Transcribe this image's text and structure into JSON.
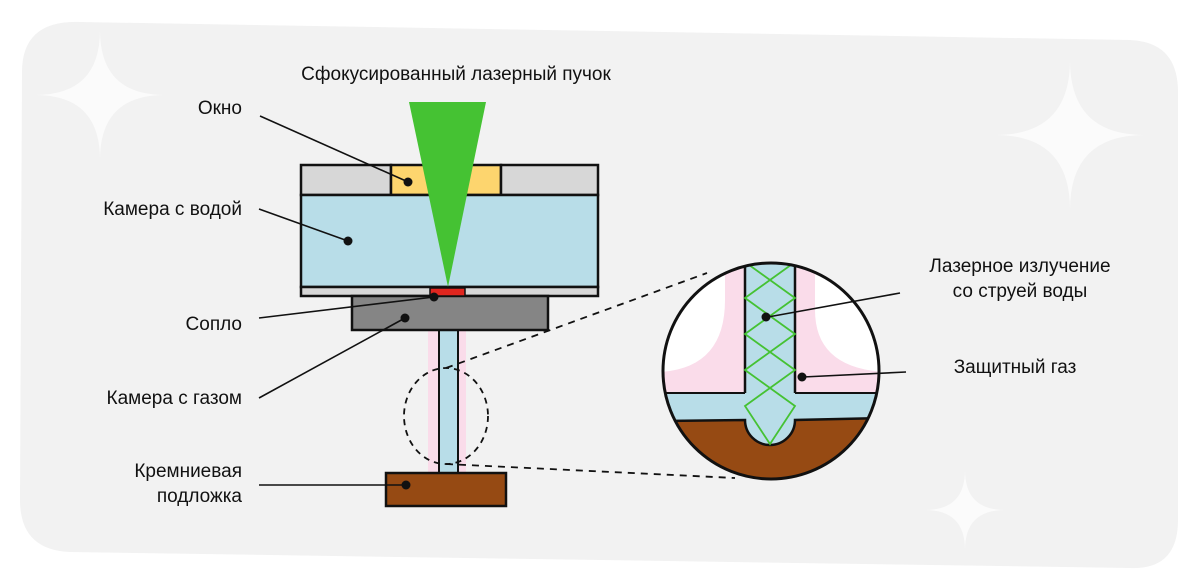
{
  "labels": {
    "beam": "Сфокусированный лазерный пучок",
    "window": "Окно",
    "water_chamber": "Камера с водой",
    "nozzle": "Сопло",
    "gas_chamber": "Камера с газом",
    "substrate_line1": "Кремниевая",
    "substrate_line2": "подложка",
    "laser_jet_line1": "Лазерное излучение",
    "laser_jet_line2": "со струей воды",
    "shield_gas": "Защитный газ"
  },
  "colors": {
    "card_bg": "#f2f2f2",
    "card_sparkle": "#fbfbfb",
    "laser_green": "#45c233",
    "water_blue": "#b8dde8",
    "window_yellow": "#fdd56e",
    "housing_grey": "#d7d7d7",
    "nozzle_grey": "#858585",
    "nozzle_red": "#e0261f",
    "gas_pink": "#fadcea",
    "substrate_brown": "#964a13",
    "outline": "#111111"
  }
}
